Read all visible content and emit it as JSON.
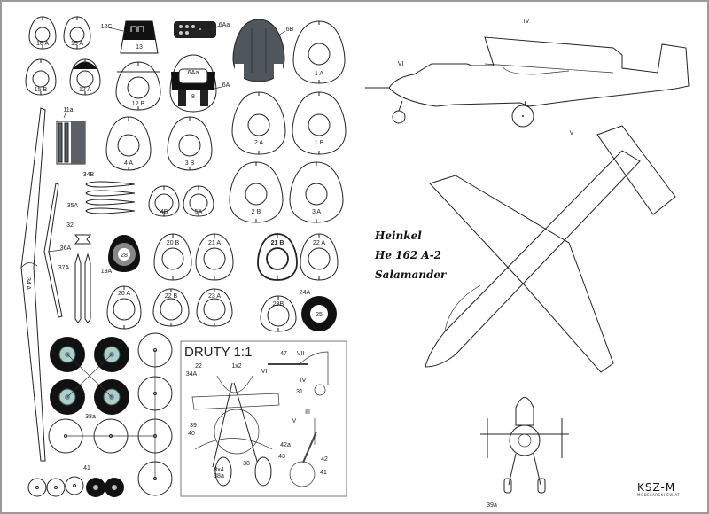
{
  "parts": {
    "p16A": "16 A",
    "p15A": "15 A",
    "p15B": "15 B",
    "p12A": "12 A",
    "p12C": "12C",
    "p13": "13",
    "p6Aa": "6Aa",
    "p6Aa_inner": "6Aa",
    "p6A": "6A",
    "p8": "8",
    "p12B": "12 B",
    "p6B": "6B",
    "p1A": "1 A",
    "p2A": "2 A",
    "p1B": "1 B",
    "p4A": "4 A",
    "p3B": "3 B",
    "p2B": "2 B",
    "p3A": "3 A",
    "p4B": "4B",
    "p5A": "5A",
    "p11a": "11a",
    "p34B": "34B",
    "p35A": "35A",
    "p32": "32",
    "p36A": "36A",
    "p37A": "37A",
    "p34A": "34 A",
    "p19A": "19A",
    "p28": "28",
    "p20B": "20 B",
    "p21A": "21 A",
    "p21B": "21 B",
    "p22A": "22 A",
    "p20A": "20 A",
    "p22B": "22 B",
    "p23A": "23 A",
    "p23B": "23B",
    "p24A": "24A",
    "p25": "25",
    "p38a": "38a",
    "p41": "41"
  },
  "druty": {
    "title": "DRUTY 1:1",
    "labels": {
      "l22": "22",
      "l1x2": "1x2",
      "l34A": "34A",
      "l39": "39",
      "l40": "40",
      "l8x4": "8x4",
      "l38": "38",
      "l38a": "38a",
      "l47": "47",
      "lVII": "VII",
      "lVI": "VI",
      "lIV": "IV",
      "l31": "31",
      "lV": "V",
      "lIII": "III",
      "l42a": "42a",
      "l43": "43",
      "l42": "42",
      "l41": "41"
    }
  },
  "aircraft": {
    "name_line1": "Heinkel",
    "name_line2": "He 162 A-2",
    "name_line3": "Salamander",
    "side_labels": {
      "IV": "IV",
      "VI": "VI",
      "V": "V"
    },
    "front_label": "39a"
  },
  "publisher": {
    "logo": "KSZ-M",
    "subtitle": "MODELARSKI ŚWIAT"
  },
  "colors": {
    "dark": "#4a5258",
    "black": "#111111",
    "hub": "#a9cfc9"
  }
}
